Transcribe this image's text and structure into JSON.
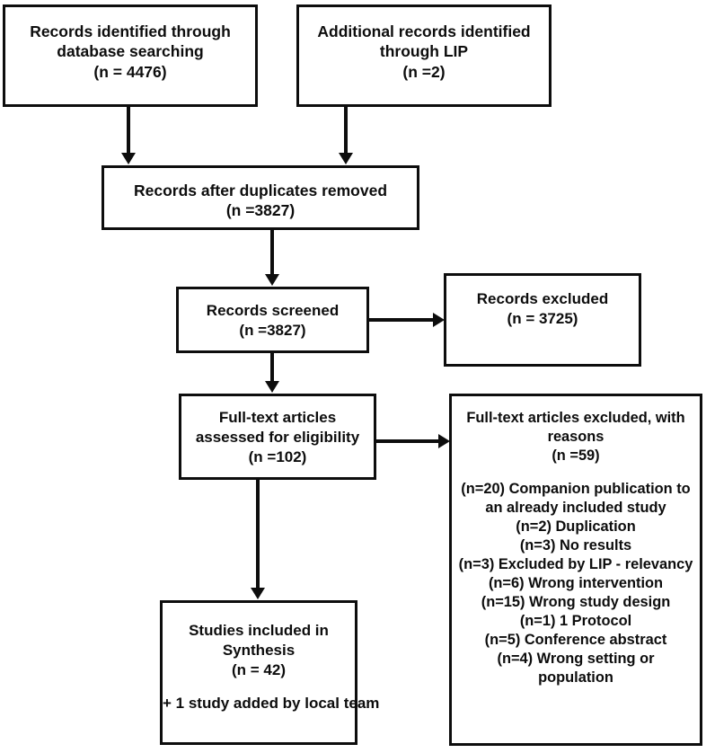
{
  "diagram": {
    "type": "prisma-flow-diagram",
    "title": "PRISMA study selection flow diagram",
    "colors": {
      "stroke": "#0d0d0d",
      "background": "#ffffff",
      "text": "#0d0d0d"
    }
  },
  "nodes": {
    "db_search": {
      "name": "records-identified-database-searching",
      "lines": [
        "Records identified through",
        "database searching",
        "(n = 4476)"
      ],
      "count": 4476
    },
    "lip": {
      "name": "additional-records-lip",
      "lines": [
        "Additional records identified",
        "through LIP",
        "(n =2)"
      ],
      "count": 2
    },
    "dupes_removed": {
      "name": "records-after-duplicates-removed",
      "lines": [
        "Records after duplicates removed",
        "(n =3827)"
      ],
      "count": 3827
    },
    "screened": {
      "name": "records-screened",
      "lines": [
        "Records screened",
        "(n =3827)"
      ],
      "count": 3827
    },
    "excluded": {
      "name": "records-excluded",
      "lines": [
        "Records excluded",
        "(n = 3725)"
      ],
      "count": 3725
    },
    "fulltext": {
      "name": "full-text-articles-assessed",
      "lines": [
        "Full-text articles",
        "assessed for eligibility",
        "(n =102)"
      ],
      "count": 102
    },
    "included": {
      "name": "studies-included-in-synthesis",
      "lines": [
        "Studies included in",
        "Synthesis",
        "(n = 42)"
      ],
      "note": "+ 1 study added by local team",
      "count": 42
    },
    "reasons": {
      "name": "full-text-articles-excluded-with-reasons",
      "header": [
        "Full-text articles excluded, with",
        "reasons",
        "(n =59)"
      ],
      "count": 59,
      "items": [
        {
          "label": "(n=20) Companion publication to",
          "n": 20
        },
        {
          "label": "an already included study",
          "n": null
        },
        {
          "label": "(n=2) Duplication",
          "n": 2
        },
        {
          "label": "(n=3) No results",
          "n": 3
        },
        {
          "label": "(n=3) Excluded by LIP - relevancy",
          "n": 3
        },
        {
          "label": "(n=6) Wrong intervention",
          "n": 6
        },
        {
          "label": "(n=15) Wrong study design",
          "n": 15
        },
        {
          "label": "(n=1) 1 Protocol",
          "n": 1
        },
        {
          "label": "(n=5) Conference abstract",
          "n": 5
        },
        {
          "label": "(n=4) Wrong setting or",
          "n": 4
        },
        {
          "label": "population",
          "n": null
        }
      ]
    }
  }
}
